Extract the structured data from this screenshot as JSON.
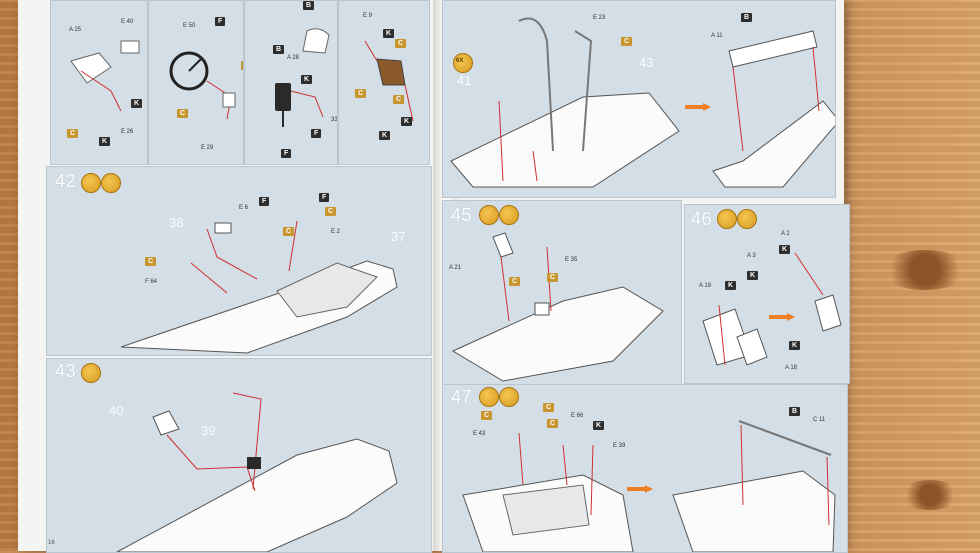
{
  "steps": {
    "s42": "42",
    "s43": "43",
    "s45": "45",
    "s46": "46",
    "s47": "47"
  },
  "ghost_labels": {
    "g38": "38",
    "g37": "37",
    "g40": "40",
    "g39": "39",
    "g41": "41",
    "g43": "43"
  },
  "multiplier": "6X",
  "tags": {
    "c": "C",
    "k": "K",
    "f": "F",
    "b": "B"
  },
  "callouts": {
    "a25": "A 25",
    "e40": "E 40",
    "e26": "E 26",
    "e50": "E 50",
    "e29": "E 29",
    "a28": "A 28",
    "a33": "33",
    "e9": "E 9",
    "e6": "E 6",
    "e2": "E 2",
    "f64": "F 64",
    "a21": "A 21",
    "e35": "E 35",
    "a2": "A 2",
    "a3": "A 3",
    "a19": "A 19",
    "a18": "A 18",
    "a11": "A 11",
    "e43": "E 43",
    "e66": "E 66",
    "e39": "E 39",
    "c11": "C 11",
    "e23": "E 23"
  },
  "page_number": "16",
  "colors": {
    "panel": "#d3dee7",
    "paper": "#f4f4f2",
    "orange_arrow": "#f07f24",
    "tag_black": "#2e2e2e",
    "tag_gold": "#c8962e"
  }
}
